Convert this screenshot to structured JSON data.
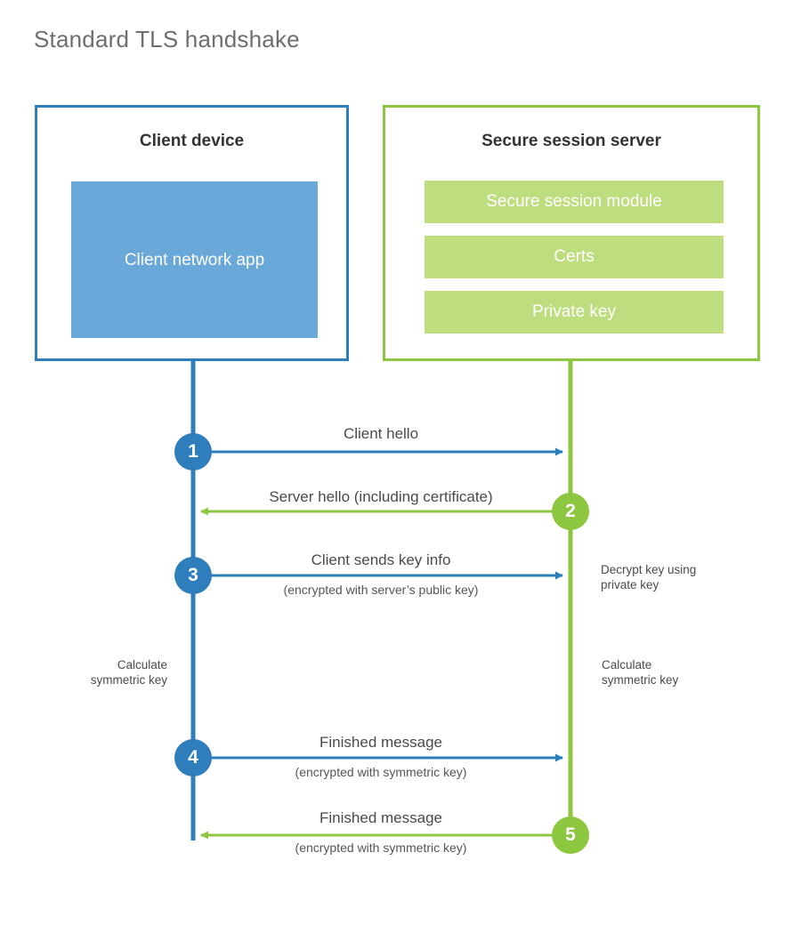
{
  "title": "Standard TLS handshake",
  "colors": {
    "client_border": "#2e7ebb",
    "client_app_fill": "#69a8d8",
    "server_border": "#8dc63f",
    "server_bar_fill": "#bedd7e",
    "client_line": "#2e7ebb",
    "server_line": "#8dc63f",
    "text": "#4a4a4a",
    "title_text": "#6d6e71"
  },
  "client": {
    "title": "Client device",
    "app_label": "Client network app"
  },
  "server": {
    "title": "Secure session server",
    "bars": [
      {
        "label": "Secure session module"
      },
      {
        "label": "Certs"
      },
      {
        "label": "Private key"
      }
    ]
  },
  "steps": [
    {
      "number": "1",
      "direction": "client-to-server",
      "color": "blue",
      "label": "Client hello",
      "sublabel": ""
    },
    {
      "number": "2",
      "direction": "server-to-client",
      "color": "green",
      "label": "Server hello (including certificate)",
      "sublabel": ""
    },
    {
      "number": "3",
      "direction": "client-to-server",
      "color": "blue",
      "label": "Client sends key info",
      "sublabel": "(encrypted with server’s public key)"
    },
    {
      "number": "4",
      "direction": "client-to-server",
      "color": "blue",
      "label": "Finished message",
      "sublabel": "(encrypted with symmetric key)"
    },
    {
      "number": "5",
      "direction": "server-to-client",
      "color": "green",
      "label": "Finished message",
      "sublabel": "(encrypted with symmetric key)"
    }
  ],
  "annotations": {
    "server_decrypt": "Decrypt key using\nprivate key",
    "client_calculate": "Calculate\nsymmetric key",
    "server_calculate": "Calculate\nsymmetric key"
  }
}
